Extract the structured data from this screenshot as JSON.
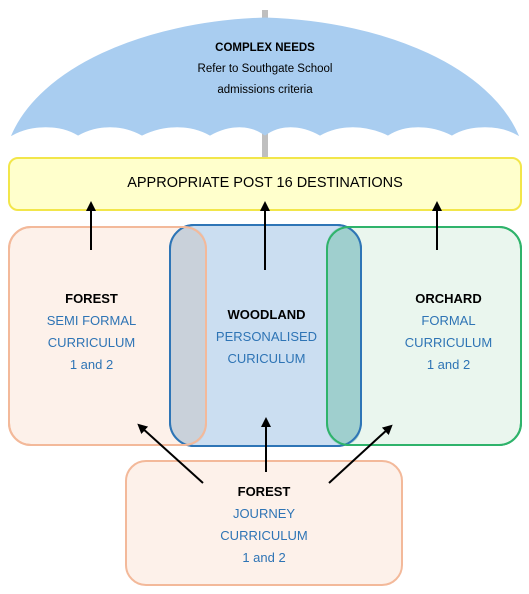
{
  "umbrella": {
    "title": "COMPLEX NEEDS",
    "line1": "Refer to Southgate School",
    "line2": "admissions criteria"
  },
  "destinations": {
    "label": "APPROPRIATE POST 16 DESTINATIONS"
  },
  "forest_semi": {
    "title": "FOREST",
    "line1": "SEMI FORMAL",
    "line2": "CURRICULUM",
    "line3": "1 and 2"
  },
  "woodland": {
    "title": "WOODLAND",
    "line1": "PERSONALISED",
    "line2": "CURICULUM"
  },
  "orchard": {
    "title": "ORCHARD",
    "line1": "FORMAL",
    "line2": "CURRICULUM",
    "line3": "1 and 2"
  },
  "forest_journey": {
    "title": "FOREST",
    "line1": "JOURNEY",
    "line2": "CURRICULUM",
    "line3": "1 and 2"
  },
  "colors": {
    "umbrella_fill": "#a9cdf0",
    "destination_fill": "#ffffcc",
    "destination_border": "#f2e64a",
    "forest_border": "#f3b99a",
    "forest_fill": "#fdf1ea",
    "woodland_border": "#2e75b6",
    "woodland_fill": "#cfe2f3",
    "orchard_border": "#2fb36b",
    "orchard_fill": "#eaf6ee",
    "subtitle_text": "#2e74b5"
  }
}
